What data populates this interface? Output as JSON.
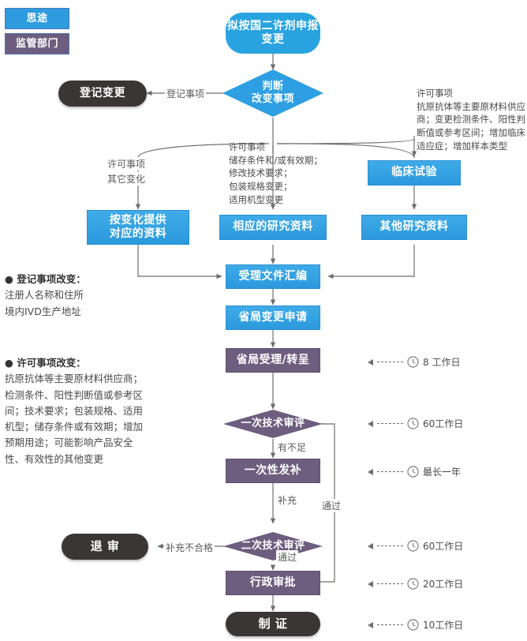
{
  "legend": [
    {
      "label": "思途",
      "color": "#2e9bdf",
      "type": "company"
    },
    {
      "label": "监管部门",
      "color": "#6d5d7e",
      "type": "regulator"
    }
  ],
  "nodes": {
    "start": "拟按国二许剂申报变更",
    "decision_change": "判断\n改变事项",
    "registration_change": "登记变更",
    "provide_materials": "按变化提供\n对应的资料",
    "corresponding_research": "相应的研究资料",
    "clinical_trial": "临床试验",
    "other_research": "其他研究资料",
    "doc_compilation": "受理文件汇编",
    "provincial_application": "省局变更申请",
    "provincial_accept": "省局受理/转呈",
    "first_review": "一次技术审评",
    "one_time_supplement": "一次性发补",
    "second_review": "二次技术审评",
    "reject": "退 审",
    "admin_approval": "行政审批",
    "issue_certificate": "制 证"
  },
  "edge_labels": {
    "registration_item": "登记事项",
    "license_item_center": "许可事项",
    "license_item_left": "许可事项",
    "other_change": "其它变化",
    "insufficient": "有不足",
    "supplement": "补充",
    "pass_first": "通过",
    "pass_second": "通过",
    "supplement_fail": "补充不合格"
  },
  "notes": {
    "center_items": [
      "储存条件和/或有效期；",
      "修改技术要求；",
      "包装规格变更；",
      "适用机型变更"
    ],
    "right_title": "许可事项",
    "right_items": [
      "抗原抗体等主要原材料供应",
      "商；变更检测条件、阳性判",
      "断值或参考区间；增加临床",
      "适应症；增加样本类型"
    ]
  },
  "bullets": [
    {
      "head": "● 登记事项改变：",
      "lines": [
        "注册人名称和住所",
        "境内IVD生产地址"
      ]
    },
    {
      "head": "● 许可事项改变：",
      "lines": [
        "抗原抗体等主要原材料供应商；",
        "检测条件、阳性判断值或参考区",
        "间；技术要求；包装规格、适用",
        "机型；储存条件或有效期；增加",
        "预期用途；可能影响产品安全",
        "性、有效性的其他变更"
      ]
    }
  ],
  "timings": [
    {
      "label": "8 工作日",
      "icon": "clock-icon"
    },
    {
      "label": "60工作日",
      "icon": "clock-icon"
    },
    {
      "label": "最长一年",
      "icon": "clock-icon"
    },
    {
      "label": "60工作日",
      "icon": "clock-icon"
    },
    {
      "label": "20工作日",
      "icon": "clock-icon"
    },
    {
      "label": "10工作日",
      "icon": "clock-icon"
    }
  ],
  "colors": {
    "blue": "#2b99dd",
    "purple": "#6d5d7e",
    "dark": "#3a3635",
    "wire": "#6e6e6e"
  }
}
